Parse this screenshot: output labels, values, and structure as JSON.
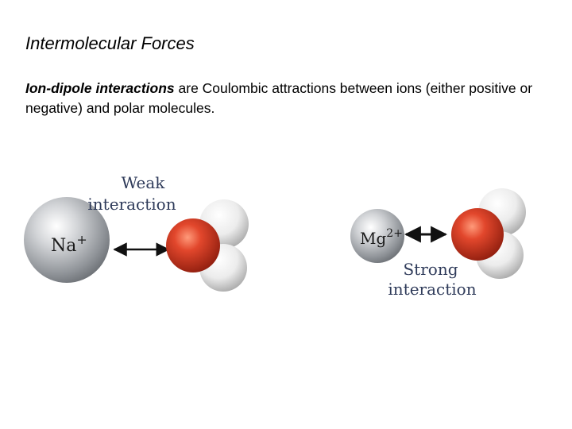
{
  "slide": {
    "title": "Intermolecular Forces",
    "term": "Ion-dipole interactions",
    "description": " are Coulombic attractions between ions (either positive or negative) and polar molecules."
  },
  "figure": {
    "left": {
      "ion_symbol": "Na",
      "ion_charge": "+",
      "label_line1": "Weak",
      "label_line2": "interaction"
    },
    "right": {
      "ion_symbol": "Mg",
      "ion_charge": "2+",
      "label_line1": "Strong",
      "label_line2": "interaction"
    },
    "colors": {
      "oxygen": "#d9402a",
      "hydrogen": "#f2f2f2",
      "ion": "#b9bcc0",
      "label": "#2f3b5a"
    }
  }
}
